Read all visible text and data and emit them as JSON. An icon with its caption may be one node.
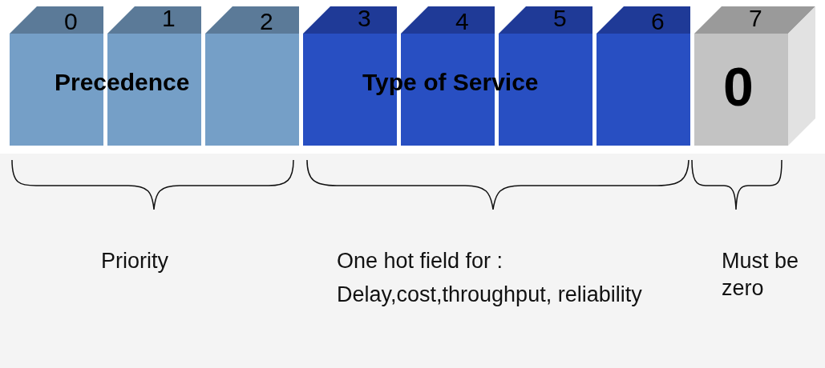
{
  "diagram": {
    "nodes": [
      {
        "text": [
          "0"
        ]
      },
      {
        "text": [
          "1"
        ]
      },
      {
        "text": [
          "2"
        ]
      },
      {
        "text": [
          "3"
        ]
      },
      {
        "text": [
          "4"
        ]
      },
      {
        "text": [
          "5"
        ]
      },
      {
        "text": [
          "6"
        ]
      },
      {
        "text": [
          "7",
          "0"
        ]
      }
    ],
    "labels": [
      "Precedence",
      "Type of Service",
      "Priority",
      "One hot field for :",
      "Delay,cost,throughput, reliability",
      "Must be zero"
    ]
  }
}
